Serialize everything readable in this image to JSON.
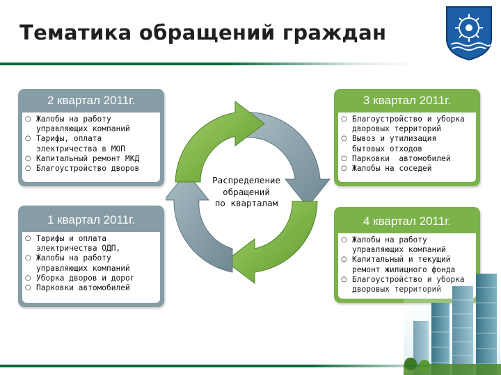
{
  "slide": {
    "title": "Тематика обращений граждан"
  },
  "center": {
    "label": "Распределение\nобращений\nпо кварталам"
  },
  "colors": {
    "title_rule": "#0a6a3a",
    "gray_box": "#879da6",
    "green_box": "#7bb24a",
    "emblem_blue": "#1c5fa6"
  },
  "icons": {
    "bullet": "circle-outline",
    "emblem": "city-coat-of-arms"
  },
  "quarters": {
    "q2": {
      "title": "2 квартал 2011г.",
      "items": [
        "Жалобы на работу\nуправляющих компаний",
        "Тарифы, оплата\nэлектричества в МОП",
        "Капитальный ремонт МКД",
        "Благоустройство дворов"
      ]
    },
    "q3": {
      "title": "3 квартал 2011г.",
      "items": [
        "Благоустройство и уборка\nдворовых территорий",
        "Вывоз и утилизация\nбытовых отходов",
        "Парковки  автомобилей",
        "Жалобы на соседей"
      ]
    },
    "q1": {
      "title": "1 квартал 2011г.",
      "items": [
        "Тарифы и оплата\nэлектричества ОДП,",
        "Жалобы на работу\nуправляющих компаний",
        "Уборка дворов и дорог",
        "Парковки автомобилей"
      ]
    },
    "q4": {
      "title": "4 квартал 2011г.",
      "items": [
        "Жалобы на работу\nуправляющих компаний",
        "Капитальный и текущий\nремонт жилищного фонда",
        "Благоустройство и уборка\nдворовых территорий"
      ]
    }
  }
}
